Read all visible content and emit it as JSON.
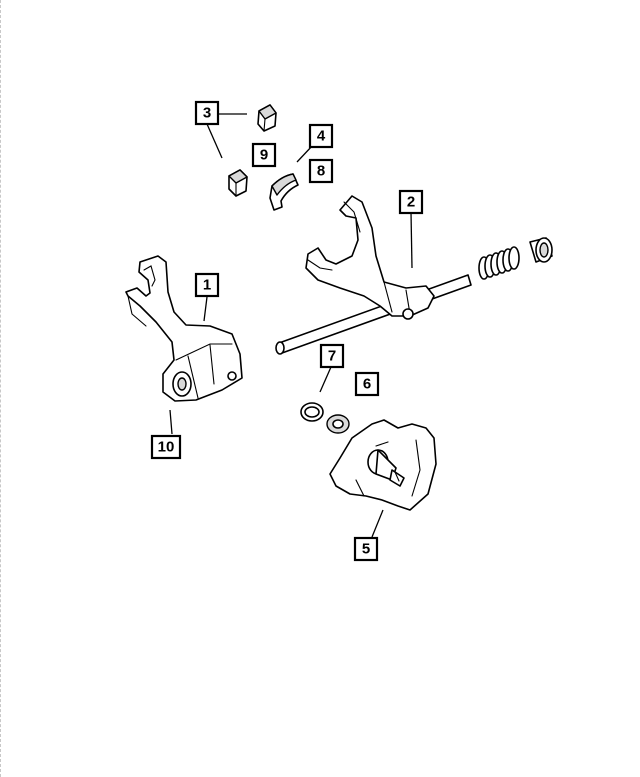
{
  "callouts": [
    {
      "id": "c1",
      "label": "1"
    },
    {
      "id": "c2",
      "label": "2"
    },
    {
      "id": "c3",
      "label": "3"
    },
    {
      "id": "c4",
      "label": "4"
    },
    {
      "id": "c5",
      "label": "5"
    },
    {
      "id": "c6",
      "label": "6"
    },
    {
      "id": "c7",
      "label": "7"
    },
    {
      "id": "c8",
      "label": "8"
    },
    {
      "id": "c9",
      "label": "9"
    },
    {
      "id": "c10",
      "label": "10"
    }
  ],
  "colors": {
    "line": "#000000",
    "background": "#ffffff",
    "shade": "#d9d9d9"
  }
}
